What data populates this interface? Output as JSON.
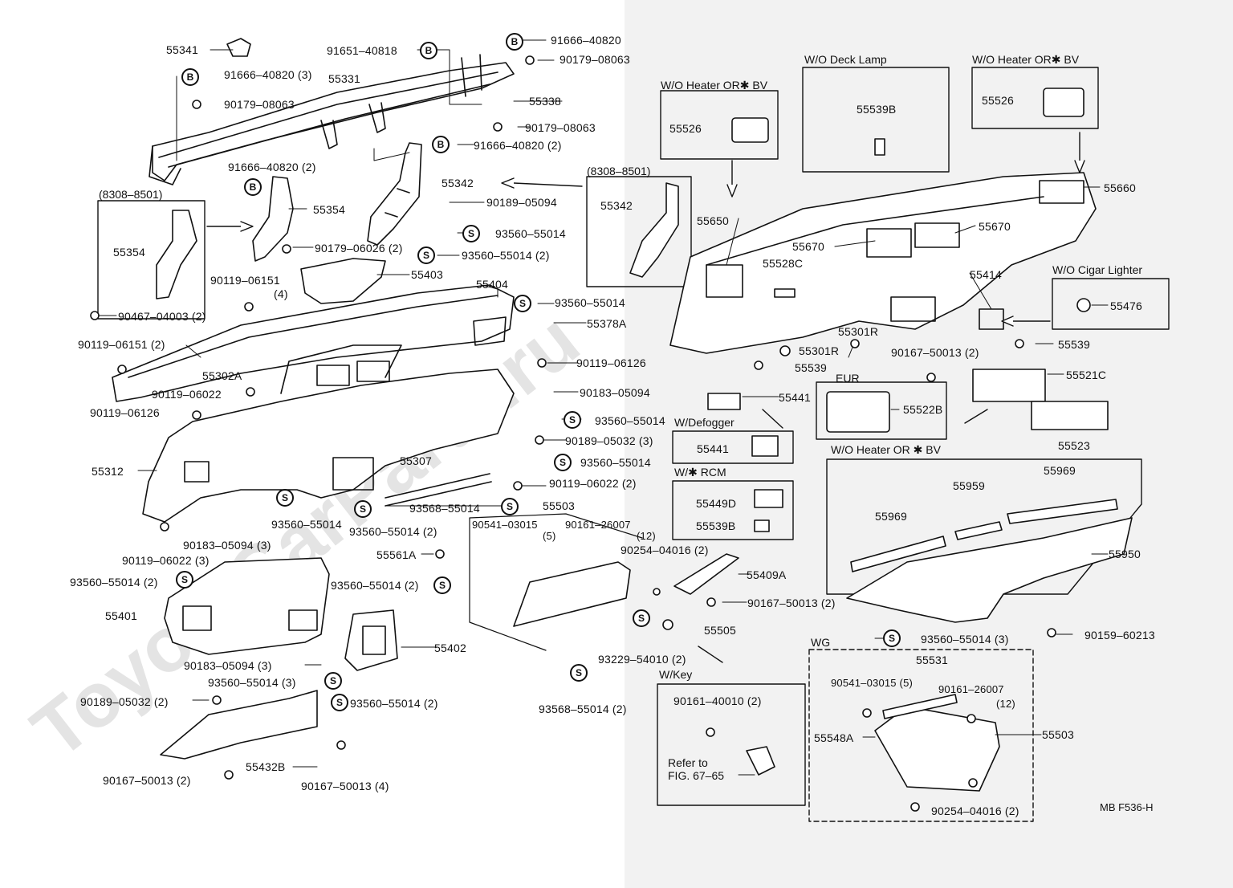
{
  "watermark": "ToyotaCarParts.ru",
  "figure_code": "MB F536-H",
  "badge_glyphs": {
    "B": "B",
    "S": "S"
  },
  "headers": {
    "deck_lamp": "W/O Deck Lamp",
    "heater_left": "W/O Heater OR✱ BV",
    "heater_right": "W/O Heater OR✱ BV",
    "range_a": "(8308–8501)",
    "range_b": "(8308–8501)",
    "cigar": "W/O Cigar Lighter",
    "defogger": "W/Defogger",
    "rcm": "W/✱ RCM",
    "eur": "EUR",
    "heater_mid": "W/O Heater OR ✱ BV",
    "wg": "WG",
    "wkey": "W/Key",
    "refer": "Refer to",
    "refer_fig": "FIG. 67–65"
  },
  "labels": {
    "p55341": "55341",
    "p91651": "91651–40818",
    "p91666a": "91666–40820",
    "p90179a": "90179–08063",
    "p91666b": "91666–40820 (3)",
    "p55331": "55331",
    "p90179b": "90179–08063",
    "p55338": "55338",
    "p90179c": "90179–08063",
    "p91666c": "91666–40820 (2)",
    "p91666d": "91666–40820 (2)",
    "p55342a": "55342",
    "p90189a": "90189–05094",
    "p55354a": "55354",
    "p55354b": "55354",
    "p93560a": "93560–55014",
    "p90179d": "90179–06026 (2)",
    "p93560b": "93560–55014 (2)",
    "p90119a": "90119–06151",
    "p90119a_q": "(4)",
    "p55403": "55403",
    "p55404": "55404",
    "p90467": "90467–04003 (2)",
    "p93560c": "93560–55014",
    "p55378a": "55378A",
    "p90119b": "90119–06151 (2)",
    "p55302a": "55302A",
    "p90119c": "90119–06126",
    "p90119d": "90119–06022",
    "p90183a": "90183–05094",
    "p90119e": "90119–06126",
    "p93560d": "93560–55014",
    "p90189b": "90189–05032 (3)",
    "p55312": "55312",
    "p55307": "55307",
    "p93560e": "93560–55014",
    "p90119f": "90119–06022 (2)",
    "p93568a": "93568–55014",
    "p93560f": "93560–55014",
    "p93560g": "93560–55014 (2)",
    "p90183b": "90183–05094 (3)",
    "p90119g": "90119–06022 (3)",
    "p55503a": "55503",
    "p90541a": "90541–03015",
    "p90541a_q": "(5)",
    "p90161a": "90161–26007",
    "p90161a_q": "(12)",
    "p90254a": "90254–04016 (2)",
    "p55561a": "55561A",
    "p93560h": "93560–55014 (2)",
    "p55401": "55401",
    "p93560i": "93560–55014 (2)",
    "p55409a": "55409A",
    "p90167a": "90167–50013 (2)",
    "p55402": "55402",
    "p90183c": "90183–05094 (3)",
    "p93560j": "93560–55014 (3)",
    "p55505": "55505",
    "p93229": "93229–54010 (2)",
    "p93568b": "93568–55014 (2)",
    "p90189c": "90189–05032 (2)",
    "p93560k": "93560–55014 (2)",
    "p55432b": "55432B",
    "p90167b": "90167–50013 (2)",
    "p90167c": "90167–50013 (4)",
    "p55526a": "55526",
    "p55539b_a": "55539B",
    "p55526b": "55526",
    "p55660": "55660",
    "p55342b": "55342",
    "p55650": "55650",
    "p55670a": "55670",
    "p55670b": "55670",
    "p55528c": "55528C",
    "p55414": "55414",
    "p55476": "55476",
    "p55301r_a": "55301R",
    "p55301r_b": "55301R",
    "p90167d": "90167–50013 (2)",
    "p55539a": "55539",
    "p55539c": "55539",
    "p55521c": "55521C",
    "p55441a": "55441",
    "p55522b": "55522B",
    "p55441b": "55441",
    "p55523": "55523",
    "p55449d": "55449D",
    "p55539b_b": "55539B",
    "p55969a": "55969",
    "p55959": "55959",
    "p55969b": "55969",
    "p55950": "55950",
    "p93560l": "93560–55014 (3)",
    "p90159": "90159–60213",
    "p55531": "55531",
    "p90541b": "90541–03015 (5)",
    "p90161b": "90161–26007",
    "p90161b_q": "(12)",
    "p55548a": "55548A",
    "p55503b": "55503",
    "p90254b": "90254–04016 (2)",
    "p90161c": "90161–40010 (2)"
  }
}
